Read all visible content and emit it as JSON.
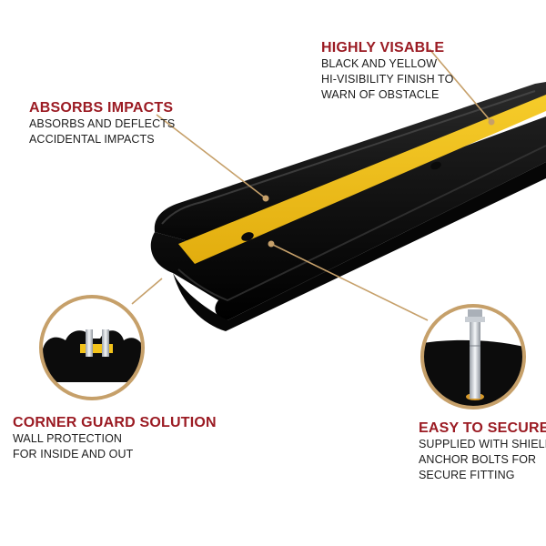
{
  "colors": {
    "title_red": "#9b1b23",
    "leader_tan": "#c6a06a",
    "rubber_black": "#111111",
    "stripe_yellow": "#f2c21a"
  },
  "callouts": {
    "highly_visable": {
      "title": "HIGHLY VISABLE",
      "lines": [
        "BLACK AND YELLOW",
        "HI-VISIBILITY FINISH TO",
        "WARN OF OBSTACLE"
      ]
    },
    "absorbs_impacts": {
      "title": "ABSORBS IMPACTS",
      "lines": [
        "ABSORBS AND DEFLECTS",
        "ACCIDENTAL IMPACTS"
      ]
    },
    "corner_guard": {
      "title": "CORNER GUARD SOLUTION",
      "lines": [
        "WALL PROTECTION",
        "FOR INSIDE AND OUT"
      ]
    },
    "easy_to_secure": {
      "title": "EASY TO SECURE",
      "lines": [
        "SUPPLIED WITH SHIELD",
        "ANCHOR BOLTS FOR",
        "SECURE FITTING"
      ]
    }
  },
  "images": {
    "product": "black-rubber-wall-guard-with-yellow-stripe",
    "detail_left": "corner-guard-end-profile",
    "detail_right": "shield-anchor-bolt"
  }
}
